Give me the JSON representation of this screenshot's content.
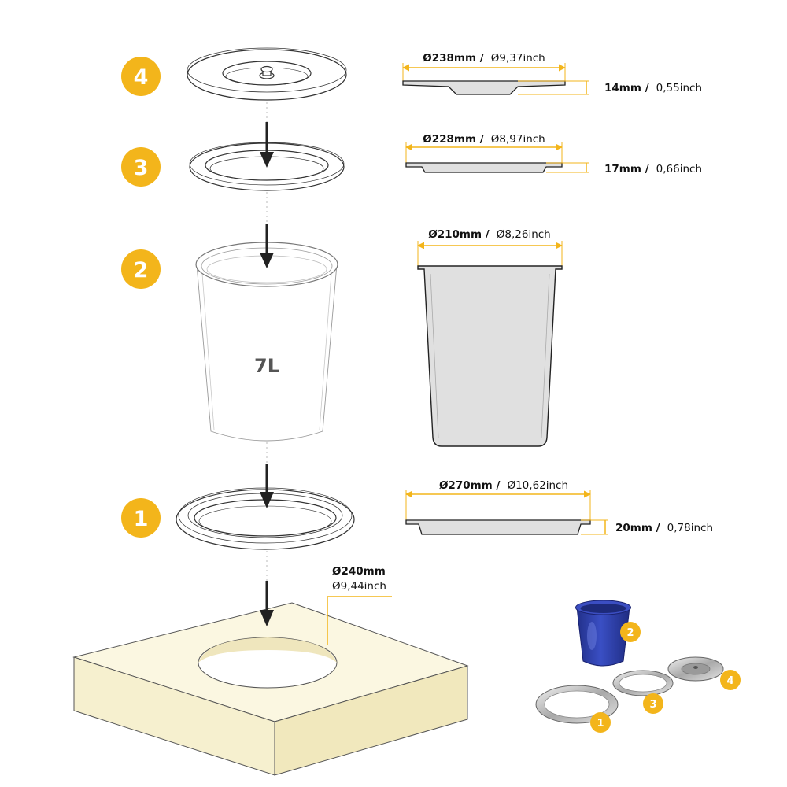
{
  "colors": {
    "accent": "#F3B51B",
    "line": "#333333",
    "counter": "#FBF7E1",
    "bin_fill": "#E0E0E0",
    "blue_bin": "#2C3DA6",
    "steel": "#BDBDBD"
  },
  "parts": [
    {
      "badge": "4",
      "dia_bold": "Ø238mm /",
      "dia_reg": "Ø9,37inch",
      "h_bold": "14mm /",
      "h_reg": "0,55inch"
    },
    {
      "badge": "3",
      "dia_bold": "Ø228mm /",
      "dia_reg": "Ø8,97inch",
      "h_bold": "17mm /",
      "h_reg": "0,66inch"
    },
    {
      "badge": "2",
      "dia_bold": "Ø210mm /",
      "dia_reg": "Ø8,26inch",
      "capacity": "7L"
    },
    {
      "badge": "1",
      "dia_bold": "Ø270mm /",
      "dia_reg": "Ø10,62inch",
      "h_bold": "20mm /",
      "h_reg": "0,78inch"
    }
  ],
  "cutout": {
    "bold": "Ø240mm",
    "reg": "Ø9,44inch"
  },
  "photo_badges": [
    "1",
    "2",
    "3",
    "4"
  ],
  "icons": {
    "arrow": "down-arrow-icon"
  }
}
